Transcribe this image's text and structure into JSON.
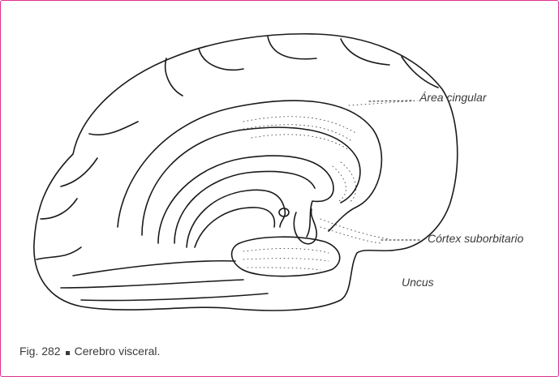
{
  "labels": {
    "area_cingular": "Área cingular",
    "cortex_suborbitario": "Córtex suborbitario",
    "uncus": "Uncus"
  },
  "caption": {
    "fig_number": "Fig. 282",
    "text": "Cerebro visceral."
  },
  "colors": {
    "frame_border": "#e0318e",
    "line": "#1a1a1a",
    "text": "#3a3a3a"
  }
}
